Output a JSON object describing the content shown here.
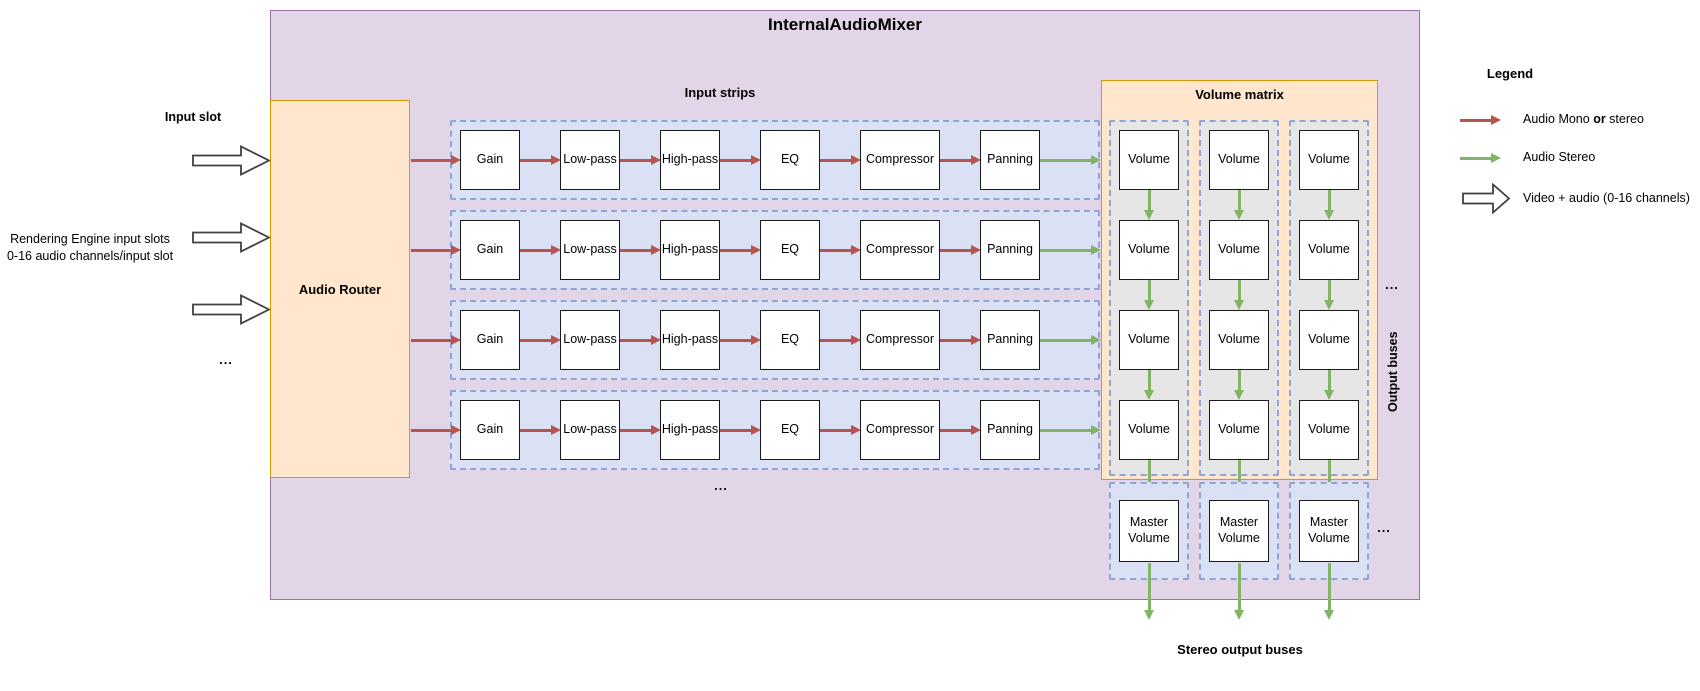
{
  "title": "InternalAudioMixer",
  "left_panel": {
    "input_slot_label": "Input slot",
    "engine_label_line1": "Rendering Engine input slots",
    "engine_label_line2": "0-16 audio channels/input slot",
    "ellipsis": "..."
  },
  "router": {
    "label": "Audio Router"
  },
  "input_strips": {
    "section_label": "Input strips",
    "boxes": [
      "Gain",
      "Low-pass",
      "High-pass",
      "EQ",
      "Compressor",
      "Panning"
    ],
    "ellipsis": "..."
  },
  "volume_matrix": {
    "section_label": "Volume matrix",
    "cell_label": "Volume",
    "master_label": "Master Volume",
    "rows_ellipsis": "...",
    "master_ellipsis": "..."
  },
  "outputs": {
    "buses_label": "Output buses",
    "stereo_buses_label": "Stereo output buses"
  },
  "legend": {
    "title": "Legend",
    "mono": {
      "pre": "Audio Mono ",
      "bold": "or",
      "post": " stereo"
    },
    "stereo_label": "Audio Stereo",
    "video_label": "Video + audio (0-16 channels)"
  },
  "colors": {
    "container_fill": "#e1d5e7",
    "container_stroke": "#9673a6",
    "orange_fill": "#ffe6cc",
    "orange_stroke": "#d79b00",
    "strip_fill": "#dbe1f4",
    "strip_stroke": "#8fa6d4",
    "column_fill": "#e6e6e6",
    "red_arrow": "#b85450",
    "green_arrow": "#82b366"
  }
}
